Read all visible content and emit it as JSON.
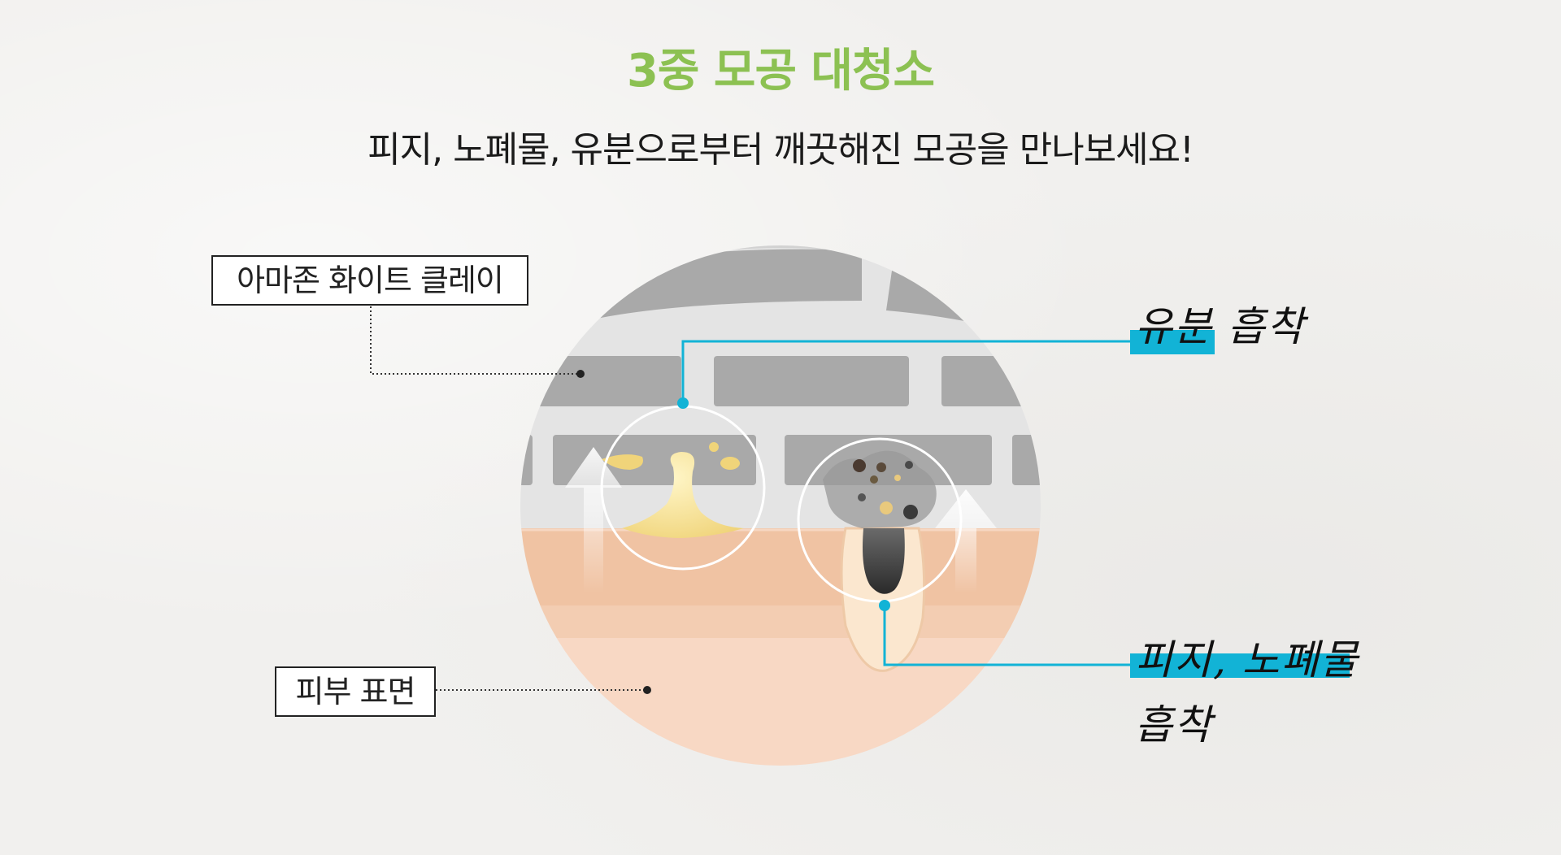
{
  "header": {
    "title": "3중 모공 대청소",
    "subtitle": "피지, 노폐물, 유분으로부터 깨끗해진 모공을 만나보세요!"
  },
  "labels": {
    "clay": "아마존 화이트 클레이",
    "skin": "피부 표면",
    "oil_absorb": "유분 흡착",
    "sebum_line1": "피지, 노폐물",
    "sebum_line2": "흡착"
  },
  "colors": {
    "title_green": "#8cc152",
    "accent_cyan": "#12b3d6",
    "skin_peach": "#f1c2a4",
    "clay_gray": "#a9a9a9"
  }
}
